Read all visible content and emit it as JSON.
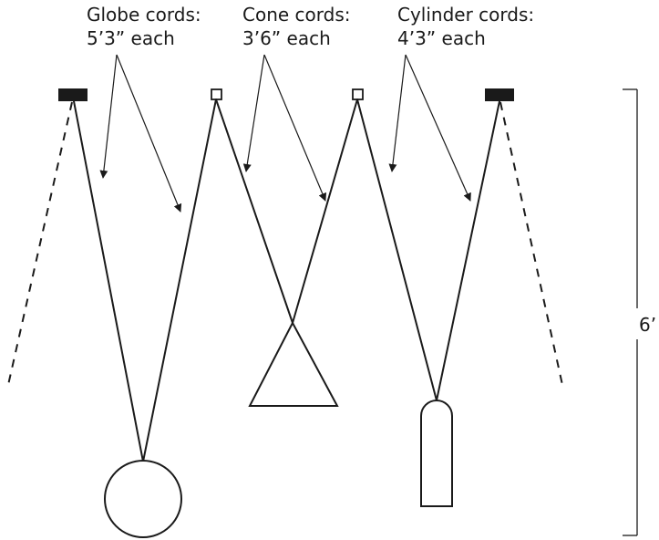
{
  "callouts": {
    "globe": {
      "title": "Globe cords:",
      "length": "5’3” each"
    },
    "cone": {
      "title": "Cone cords:",
      "length": "3’6” each"
    },
    "cylinder": {
      "title": "Cylinder cords:",
      "length": "4’3” each"
    }
  },
  "dimension": {
    "height_label": "6’"
  },
  "colors": {
    "ink": "#1a1a1a",
    "background": "#ffffff"
  }
}
